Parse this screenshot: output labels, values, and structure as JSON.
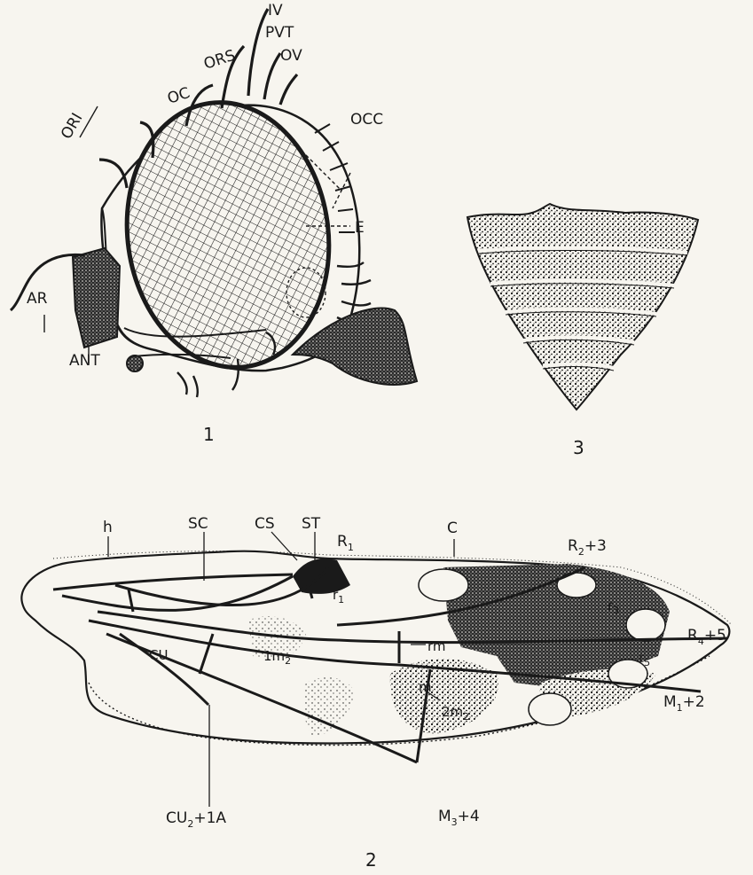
{
  "colors": {
    "ink": "#1a1a1a",
    "paper": "#f7f5ef"
  },
  "figure1": {
    "number": "1",
    "labels": {
      "oc": "OC",
      "ors": "ORS",
      "iv": "IV",
      "pvt": "PVT",
      "ov": "OV",
      "occ": "OCC",
      "ori": "ORI",
      "e": "E",
      "ar": "AR",
      "ant": "ANT"
    }
  },
  "figure2": {
    "number": "2",
    "labels": {
      "h": "h",
      "sc": "SC",
      "cs": "CS",
      "st": "ST",
      "r1": "R",
      "r1_sub": "1",
      "c": "C",
      "r23": "R",
      "r23_sub": "2",
      "r23_tail": "+3",
      "r1_cell": "r",
      "r1_cell_sub": "1",
      "r3_cell": "r",
      "r3_cell_sub": "3",
      "r45": "R",
      "r45_sub": "4",
      "r45_tail": "+5",
      "cu": "CU",
      "m2_1": "1m",
      "m2_1_sub": "2",
      "rm": "rm",
      "r5_cell": "r",
      "r5_cell_sub": "5",
      "m": "m",
      "m12": "M",
      "m12_sub": "1",
      "m12_tail": "+2",
      "m2_2": "2m",
      "m2_2_sub": "2",
      "cu2": "CU",
      "cu2_sub": "2",
      "cu2_tail": "+1A",
      "m34": "M",
      "m34_sub": "3",
      "m34_tail": "+4"
    }
  },
  "figure3": {
    "number": "3"
  }
}
